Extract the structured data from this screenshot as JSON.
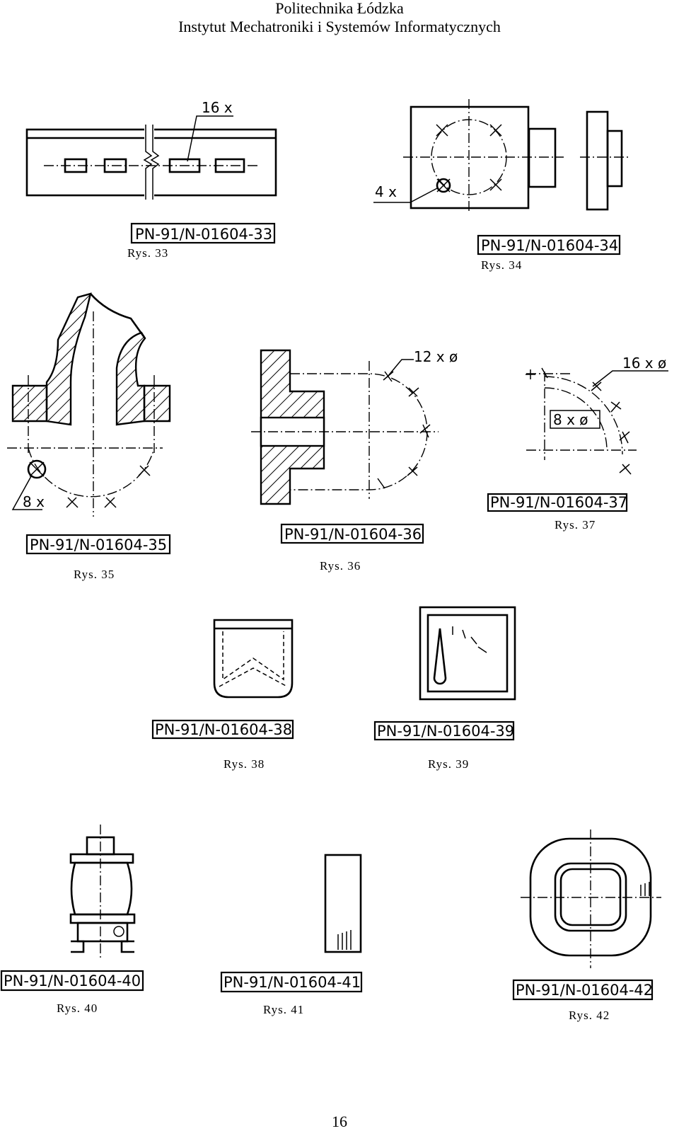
{
  "header": {
    "line1": "Politechnika Łódzka",
    "line2": "Instytut Mechatroniki i Systemów Informatycznych"
  },
  "figures": [
    {
      "code": "PN-91/N-01604-33",
      "caption": "Rys. 33",
      "note": "16 x"
    },
    {
      "code": "PN-91/N-01604-34",
      "caption": "Rys. 34",
      "note": "4 x"
    },
    {
      "code": "PN-91/N-01604-35",
      "caption": "Rys. 35",
      "note": "8 x"
    },
    {
      "code": "PN-91/N-01604-36",
      "caption": "Rys. 36",
      "note": "12 x ø"
    },
    {
      "code": "PN-91/N-01604-37",
      "caption": "Rys. 37",
      "note": "16 x ø",
      "note2": "8 x ø"
    },
    {
      "code": "PN-91/N-01604-38",
      "caption": "Rys. 38"
    },
    {
      "code": "PN-91/N-01604-39",
      "caption": "Rys. 39"
    },
    {
      "code": "PN-91/N-01604-40",
      "caption": "Rys. 40"
    },
    {
      "code": "PN-91/N-01604-41",
      "caption": "Rys. 41"
    },
    {
      "code": "PN-91/N-01604-42",
      "caption": "Rys. 42"
    }
  ],
  "page_number": "16"
}
